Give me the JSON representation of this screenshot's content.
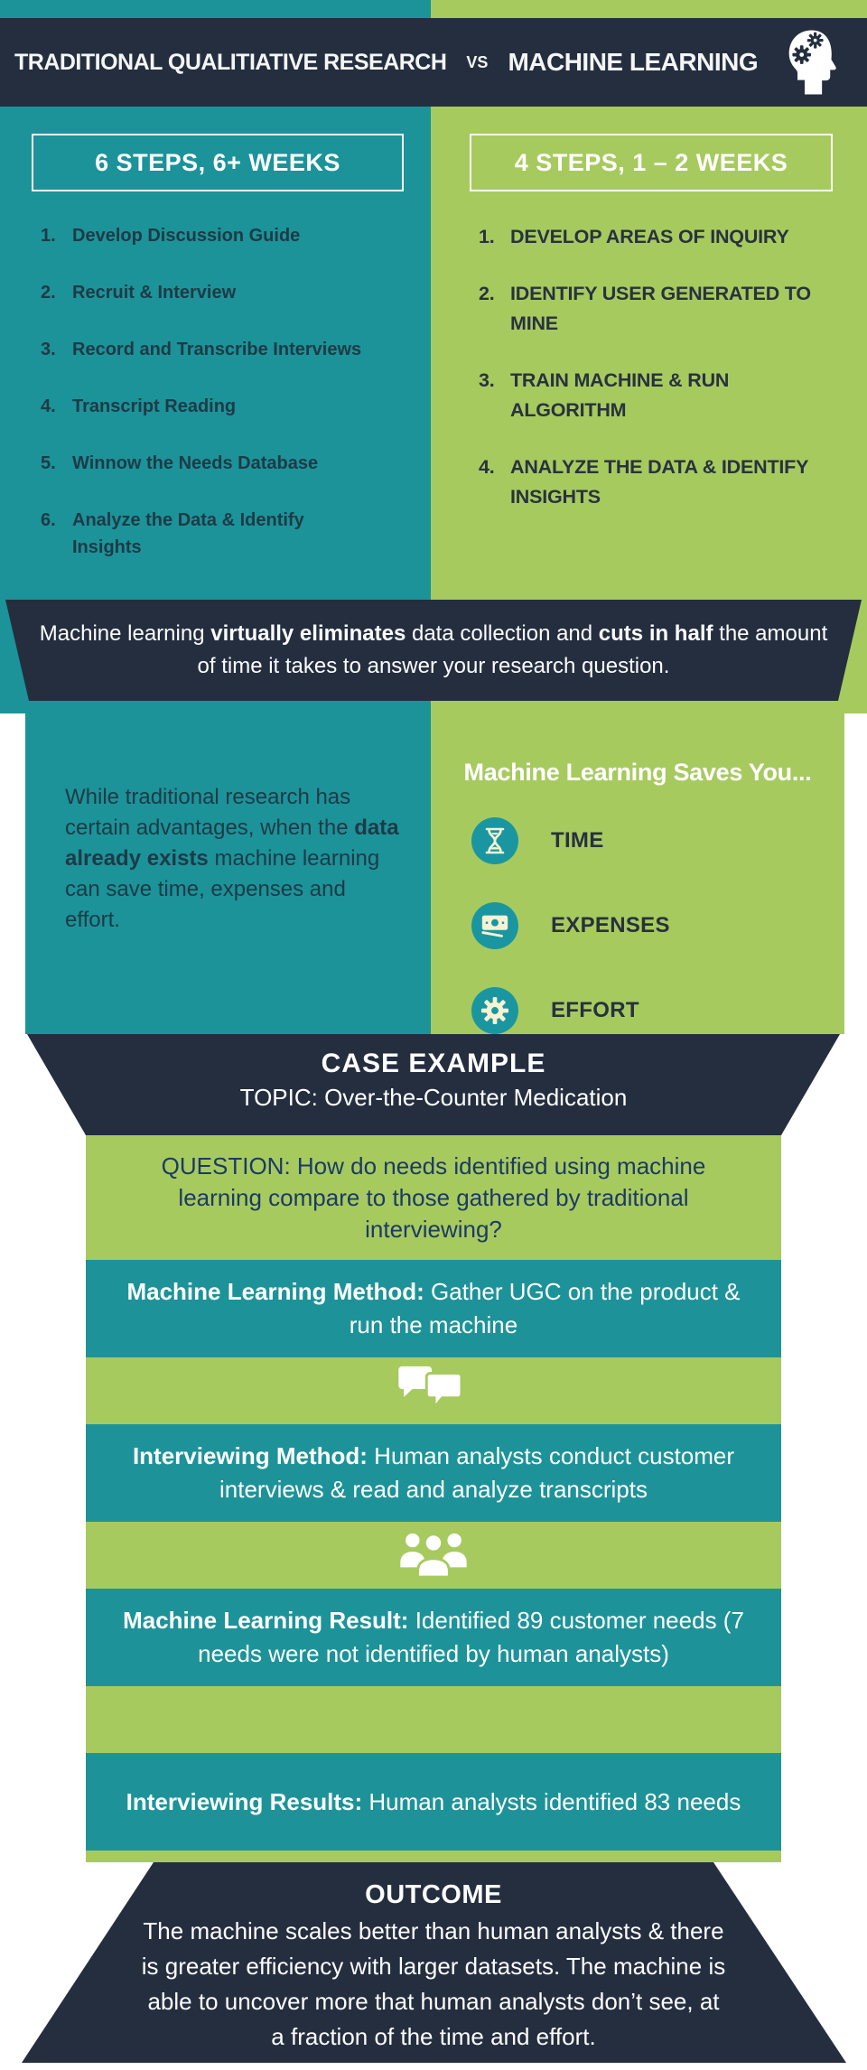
{
  "colors": {
    "navy": "#242e3f",
    "teal": "#1b9399",
    "teal_band": "#1d9399",
    "teal_circle": "#1a96a0",
    "green": "#a7ca5f",
    "cream_glyph": "#f6f2d3",
    "navy_blue_text": "#1b3a66",
    "dark_step_text": "#1e3a46"
  },
  "header": {
    "left_title": "TRADITIONAL QUALITIATIVE RESEARCH",
    "vs": "VS",
    "right_title": "MACHINE LEARNING",
    "icon": "head-gears-icon"
  },
  "left_column": {
    "box_title": "6 STEPS,  6+ WEEKS",
    "steps": [
      {
        "n": "1.",
        "t": "Develop Discussion Guide"
      },
      {
        "n": "2.",
        "t": "Recruit & Interview"
      },
      {
        "n": "3.",
        "t": "Record and Transcribe Interviews"
      },
      {
        "n": "4.",
        "t": "Transcript Reading"
      },
      {
        "n": "5.",
        "t": "Winnow the Needs Database"
      },
      {
        "n": "6.",
        "t": "Analyze the Data & Identify Insights"
      }
    ]
  },
  "right_column": {
    "box_title": "4 STEPS, 1 – 2 WEEKS",
    "steps": [
      {
        "n": "1.",
        "t": "DEVELOP AREAS OF INQUIRY"
      },
      {
        "n": "2.",
        "t": "IDENTIFY USER GENERATED TO MINE"
      },
      {
        "n": "3.",
        "t": "TRAIN MACHINE & RUN ALGORITHM"
      },
      {
        "n": "4.",
        "t": "ANALYZE THE DATA & IDENTIFY INSIGHTS"
      }
    ]
  },
  "banner1": {
    "pre": "Machine learning ",
    "bold1": "virtually eliminates",
    "mid": " data collection and ",
    "bold2": "cuts in half",
    "post": " the amount of time it takes to answer your research question."
  },
  "middle": {
    "paragraph": {
      "pre": "While traditional research has certain advantages, when the ",
      "bold": "data already exists",
      "post": " machine learning can save time, expenses and effort."
    },
    "saves": {
      "title": "Machine Learning Saves You...",
      "items": [
        {
          "icon": "hourglass-icon",
          "label": "TIME"
        },
        {
          "icon": "money-icon",
          "label": "EXPENSES"
        },
        {
          "icon": "gear-icon",
          "label": "EFFORT"
        }
      ]
    }
  },
  "case_banner": {
    "title": "CASE EXAMPLE",
    "topic": "TOPIC: Over-the-Counter Medication"
  },
  "case": {
    "question": "QUESTION: How do needs identified using machine learning compare to those gathered by traditional interviewing?",
    "bands": [
      {
        "label": "Machine Learning Method:",
        "text": " Gather UGC on the product & run the machine"
      },
      {
        "label": "Interviewing Method:",
        "text": " Human analysts conduct customer interviews & read and analyze transcripts"
      },
      {
        "label": "Machine Learning Result:",
        "text": " Identified 89 customer needs (7 needs were not identified by human analysts)"
      },
      {
        "label": "Interviewing Results:",
        "text": " Human analysts identified 83 needs"
      }
    ],
    "icons": [
      "chat-icon",
      "people-icon"
    ]
  },
  "outcome": {
    "title": "OUTCOME",
    "text": "The machine scales better than human analysts & there is greater efficiency with larger datasets. The machine is able to uncover more that human analysts don’t see, at a fraction of the time and effort."
  }
}
